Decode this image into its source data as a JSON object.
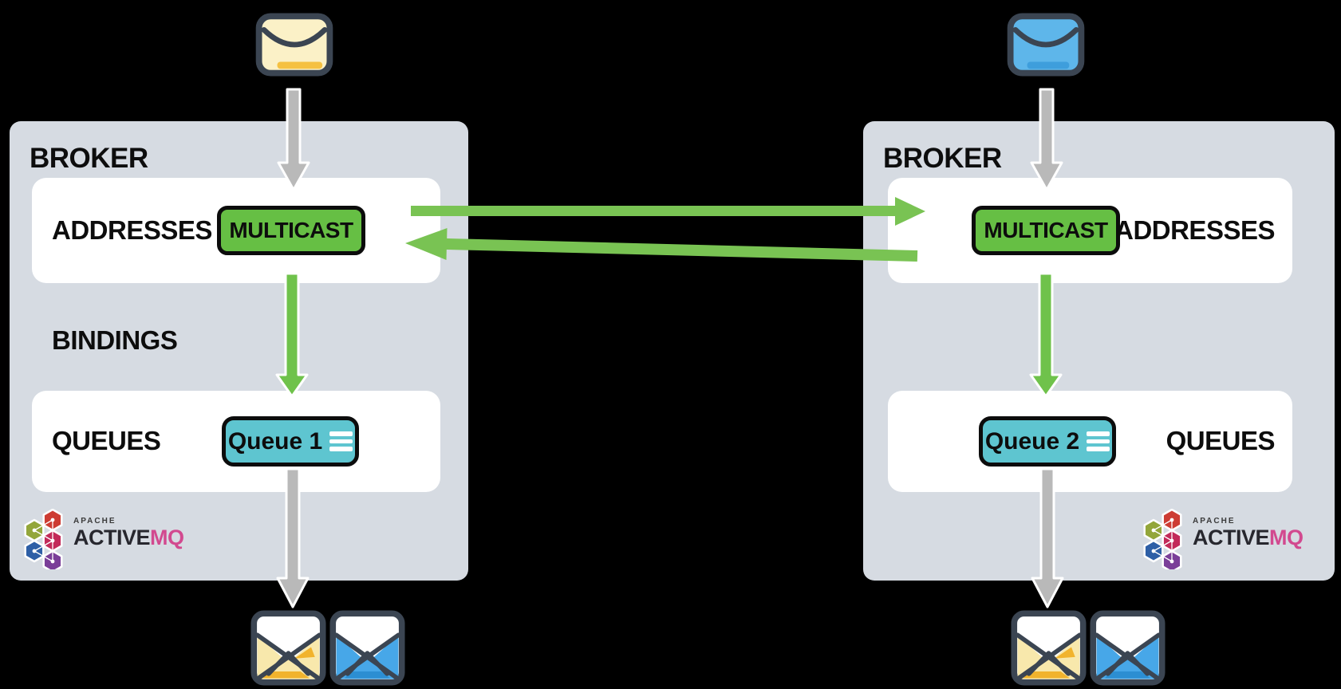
{
  "diagram_title": "ActiveMQ multicast address federation between two brokers",
  "colors": {
    "background": "#000000",
    "broker_bg": "#d6dbe2",
    "panel_bg": "#ffffff",
    "green_button": "#66bf44",
    "green_arrow": "#79c353",
    "green_arrow_vertical": "#6fc24b",
    "gray_arrow": "#b9b9b9",
    "teal_button": "#5ec5d0",
    "text": "#0d0d0d",
    "mq_pink": "#d2498f",
    "envelope_border": "#3b4552",
    "yellow_envelope_closed": "#fbf1c7",
    "yellow_envelope_accent": "#f5c142",
    "blue_envelope_closed": "#5eb6ea",
    "blue_envelope_accent": "#3e9edc",
    "yellow_envelope_open": "#f8e8ac",
    "yellow_open_accent": "#f1b32d",
    "blue_envelope_open": "#47a7e8",
    "blue_open_accent": "#2c8ed2"
  },
  "producers": [
    {
      "icon": "closed-envelope-yellow"
    },
    {
      "icon": "closed-envelope-blue"
    }
  ],
  "brokers": [
    {
      "title": "BROKER",
      "addresses_label": "ADDRESSES",
      "bindings_label": "BINDINGS",
      "queues_label": "QUEUES",
      "address_name": "MULTICAST",
      "queue_name": "Queue 1",
      "logo": {
        "apache": "APACHE",
        "active": "ACTIVE",
        "mq": "MQ"
      }
    },
    {
      "title": "BROKER",
      "addresses_label": "ADDRESSES",
      "queues_label": "QUEUES",
      "address_name": "MULTICAST",
      "queue_name": "Queue 2",
      "logo": {
        "apache": "APACHE",
        "active": "ACTIVE",
        "mq": "MQ"
      }
    }
  ],
  "consumers": [
    {
      "icons": [
        "open-envelope-yellow",
        "open-envelope-blue"
      ]
    },
    {
      "icons": [
        "open-envelope-yellow",
        "open-envelope-blue"
      ]
    }
  ]
}
